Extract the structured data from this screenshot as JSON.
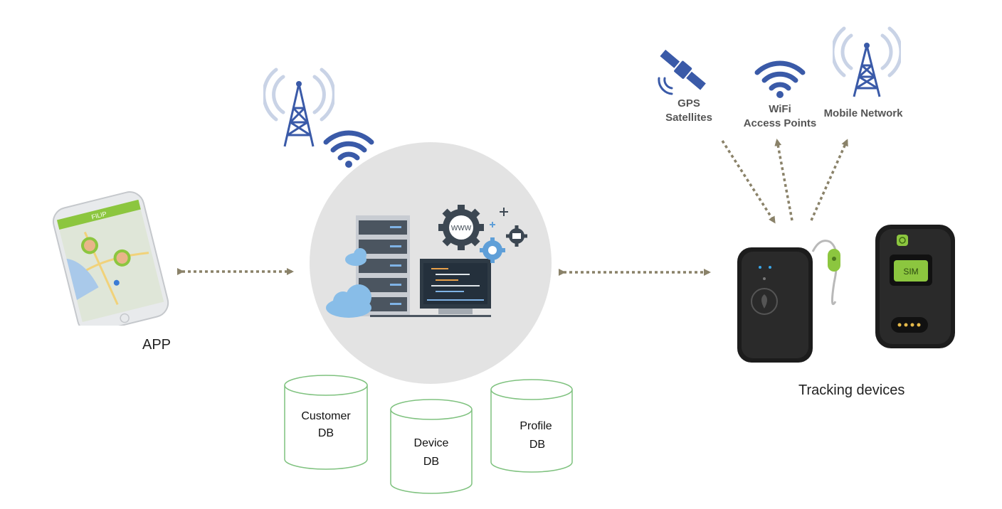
{
  "app": {
    "label": "APP",
    "phone_title": "FILIP"
  },
  "server": {
    "www_label": "WWW"
  },
  "databases": [
    {
      "line1": "Customer",
      "line2": "DB"
    },
    {
      "line1": "Device",
      "line2": "DB"
    },
    {
      "line1": "Profile",
      "line2": "DB"
    }
  ],
  "sources": {
    "gps_line1": "GPS",
    "gps_line2": "Satellites",
    "wifi_line1": "WiFi",
    "wifi_line2": "Access Points",
    "mobile": "Mobile Network"
  },
  "devices": {
    "label": "Tracking devices",
    "sim_label": "SIM"
  },
  "colors": {
    "icon_blue": "#3a5aa8",
    "arrow": "#8a8269",
    "circle": "#e3e3e3",
    "db_stroke": "#7fc27f",
    "accent_green": "#8cc63f"
  }
}
